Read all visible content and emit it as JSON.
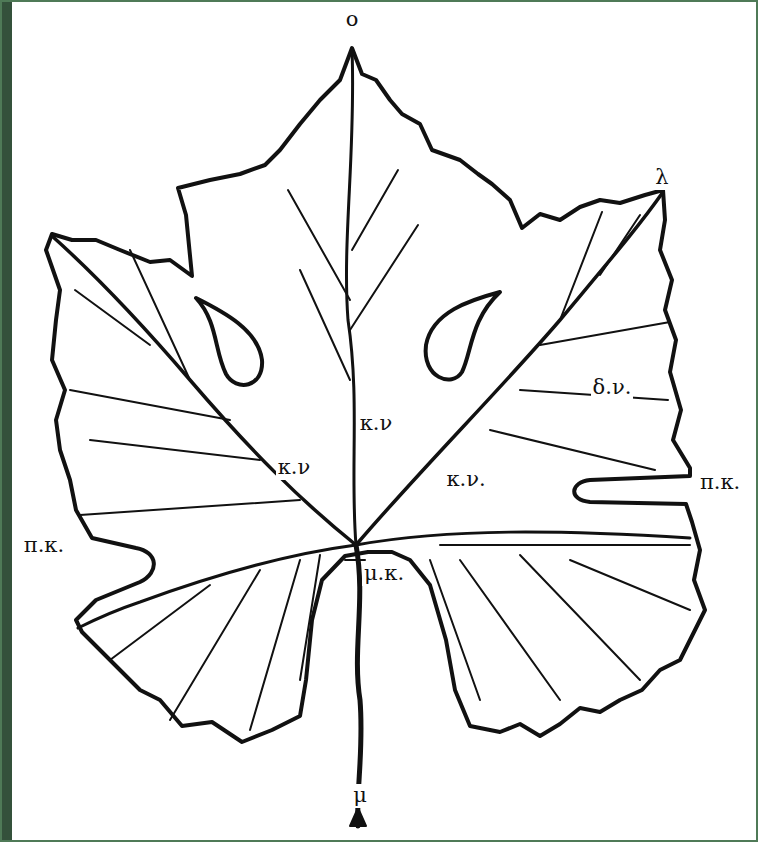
{
  "diagram": {
    "labels": [
      "ο",
      "λ",
      "δ.ν.",
      "π.κ.",
      "π.κ.",
      "κ.ν",
      "κ.ν",
      "κ.ν.",
      "μ.κ.",
      "μ"
    ]
  }
}
